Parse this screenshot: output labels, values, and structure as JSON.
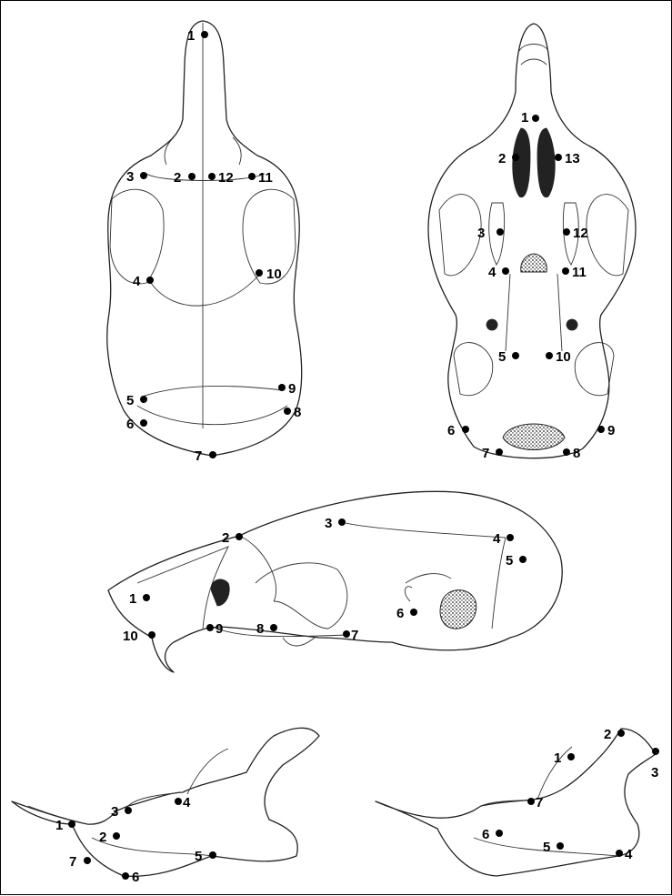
{
  "views": {
    "dorsal": {
      "landmarks": [
        "1",
        "2",
        "3",
        "4",
        "5",
        "6",
        "7",
        "8",
        "9",
        "10",
        "11",
        "12"
      ]
    },
    "ventral": {
      "landmarks": [
        "1",
        "2",
        "3",
        "4",
        "5",
        "6",
        "7",
        "8",
        "9",
        "10",
        "11",
        "12",
        "13"
      ]
    },
    "lateral": {
      "landmarks": [
        "1",
        "2",
        "3",
        "4",
        "5",
        "6",
        "7",
        "8",
        "9",
        "10"
      ]
    },
    "mandible_left": {
      "landmarks": [
        "1",
        "2",
        "3",
        "4",
        "5",
        "6",
        "7"
      ]
    },
    "mandible_right": {
      "landmarks": [
        "1",
        "2",
        "3",
        "4",
        "5",
        "6",
        "7"
      ]
    }
  },
  "colors": {
    "line": "#222222",
    "dot": "#000000",
    "border": "#000000"
  }
}
